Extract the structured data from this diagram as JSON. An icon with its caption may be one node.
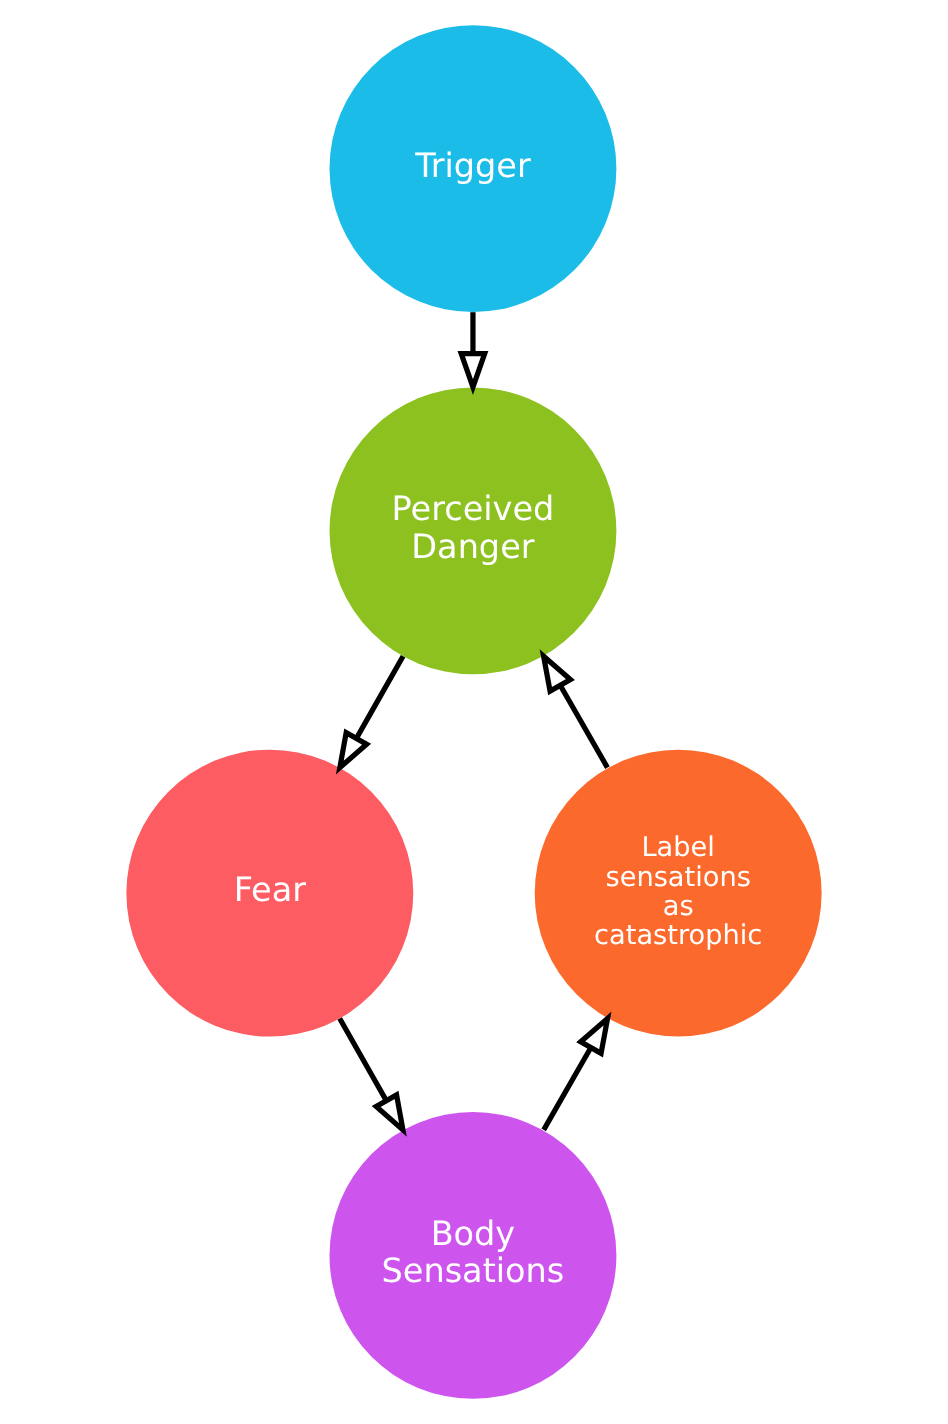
{
  "diagram": {
    "nodes": [
      {
        "text": [
          "Trigger"
        ]
      },
      {
        "text": [
          "Perceived Danger"
        ]
      },
      {
        "text": [
          "Label sensations as catastrophic"
        ]
      },
      {
        "text": [
          "Fear"
        ]
      },
      {
        "text": [
          "Body Sensations"
        ]
      }
    ],
    "edges": [
      {
        "from": 0,
        "to": 1,
        "arrow": "to"
      },
      {
        "from": 1,
        "to": 3,
        "arrow": "to"
      },
      {
        "from": 3,
        "to": 4,
        "arrow": "to"
      },
      {
        "from": 4,
        "to": 2,
        "arrow": "to"
      },
      {
        "from": 2,
        "to": 1,
        "arrow": "to"
      }
    ]
  }
}
